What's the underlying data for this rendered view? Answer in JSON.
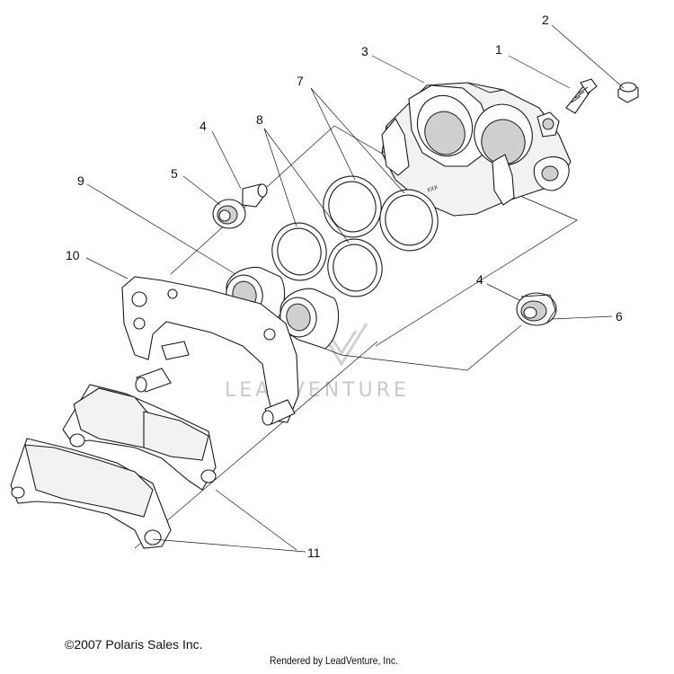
{
  "diagram": {
    "callouts": [
      "1",
      "2",
      "3",
      "4",
      "4",
      "5",
      "6",
      "7",
      "8",
      "9",
      "10",
      "11"
    ],
    "watermark": "LEADVENTURE"
  },
  "footer": {
    "copyright": "©2007 Polaris Sales Inc.",
    "rendered_by": "Rendered by LeadVenture, Inc."
  }
}
